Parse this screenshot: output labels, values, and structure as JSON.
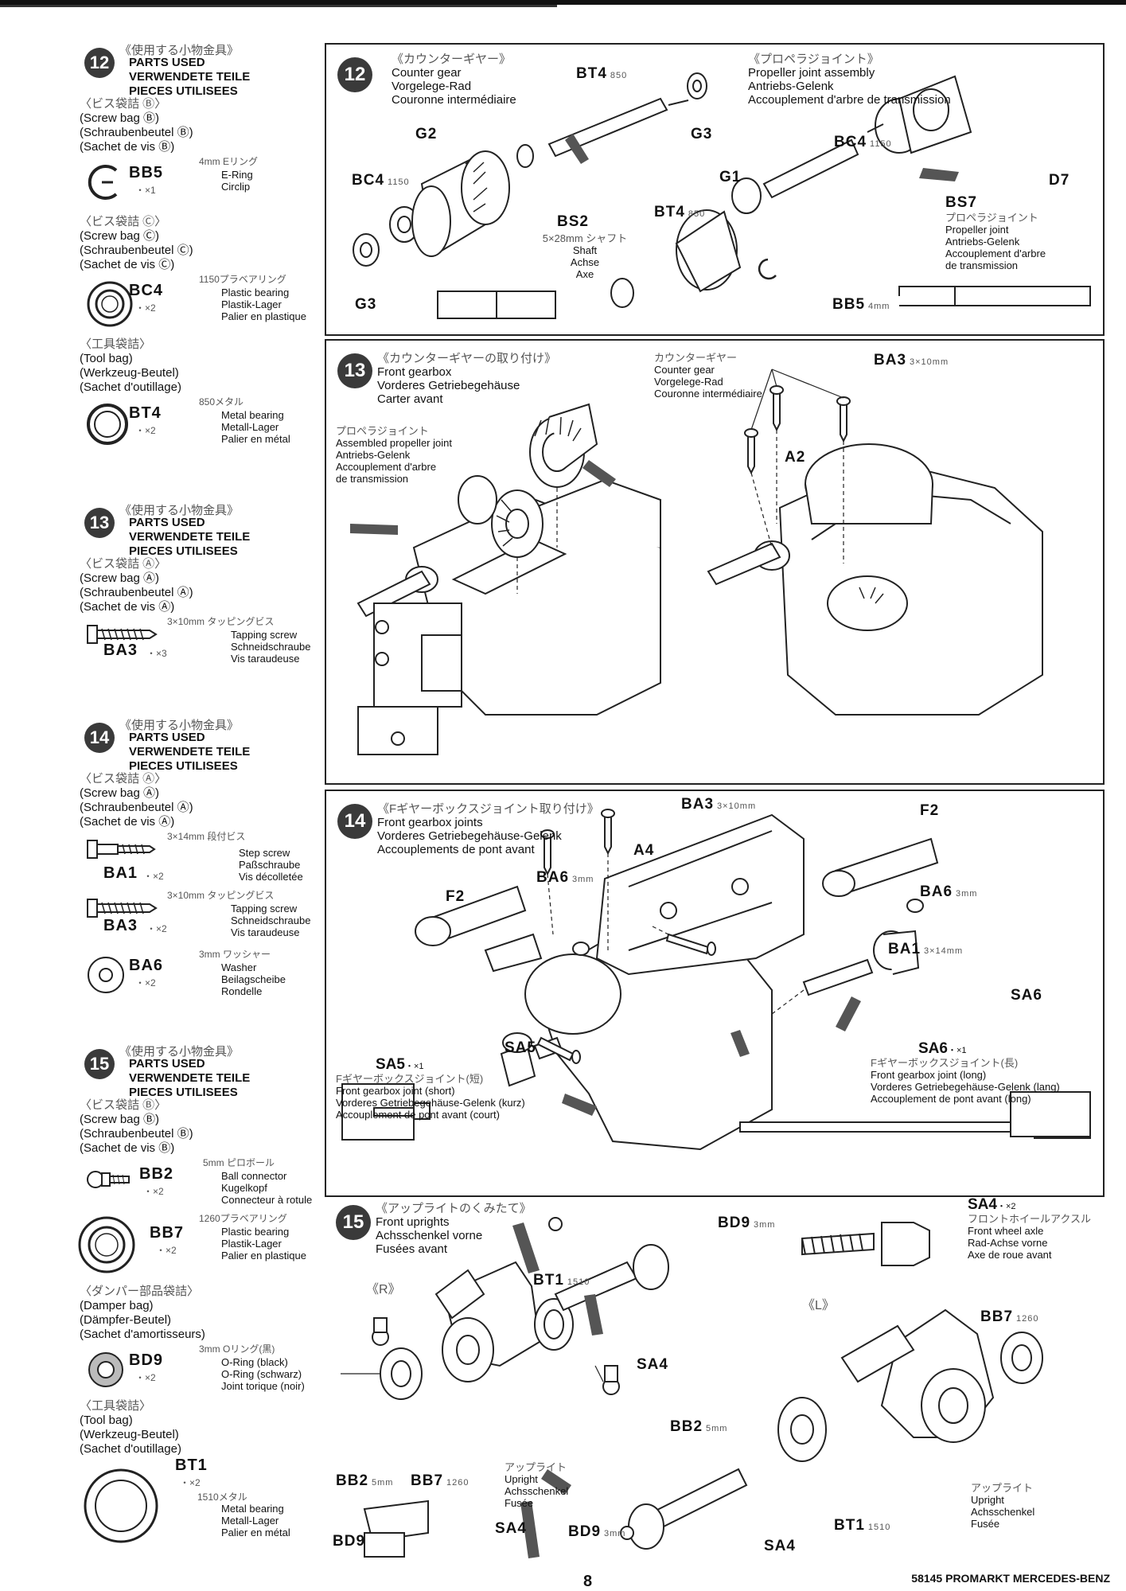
{
  "page": {
    "number": "8",
    "footer": "58145 PROMARKT MERCEDES-BENZ"
  },
  "left": {
    "s12": {
      "step": "12",
      "jp": "《使用する小物金具》",
      "en": [
        "PARTS USED",
        "VERWENDETE TEILE",
        "PIECES UTILISEES"
      ],
      "bag1": {
        "jp": "〈ビス袋詰 Ⓑ〉",
        "lines": [
          "(Screw bag Ⓑ)",
          "(Schraubenbeutel Ⓑ)",
          "(Sachet de vis Ⓑ)"
        ]
      },
      "bb5": {
        "jp": "4mm Eリング",
        "code": "BB5",
        "qty": "・×1",
        "desc": [
          "E-Ring",
          "Circlip"
        ]
      },
      "bag2": {
        "jp": "〈ビス袋詰 Ⓒ〉",
        "lines": [
          "(Screw bag Ⓒ)",
          "(Schraubenbeutel Ⓒ)",
          "(Sachet de vis Ⓒ)"
        ]
      },
      "bc4": {
        "jp": "1150プラベアリング",
        "code": "BC4",
        "qty": "・×2",
        "desc": [
          "Plastic bearing",
          "Plastik-Lager",
          "Palier en plastique"
        ]
      },
      "bag3": {
        "jp": "〈工具袋詰〉",
        "lines": [
          "(Tool bag)",
          "(Werkzeug-Beutel)",
          "(Sachet d'outillage)"
        ]
      },
      "bt4": {
        "jp": "850メタル",
        "code": "BT4",
        "qty": "・×2",
        "desc": [
          "Metal bearing",
          "Metall-Lager",
          "Palier en métal"
        ]
      }
    },
    "s13": {
      "step": "13",
      "jp": "《使用する小物金具》",
      "en": [
        "PARTS USED",
        "VERWENDETE TEILE",
        "PIECES UTILISEES"
      ],
      "bag1": {
        "jp": "〈ビス袋詰 Ⓐ〉",
        "lines": [
          "(Screw bag Ⓐ)",
          "(Schraubenbeutel Ⓐ)",
          "(Sachet de vis Ⓐ)"
        ]
      },
      "ba3": {
        "jp": "3×10mm タッピングビス",
        "code": "BA3",
        "qty": "・×3",
        "desc": [
          "Tapping screw",
          "Schneidschraube",
          "Vis taraudeuse"
        ]
      }
    },
    "s14": {
      "step": "14",
      "jp": "《使用する小物金具》",
      "en": [
        "PARTS USED",
        "VERWENDETE TEILE",
        "PIECES UTILISEES"
      ],
      "bag1": {
        "jp": "〈ビス袋詰 Ⓐ〉",
        "lines": [
          "(Screw bag Ⓐ)",
          "(Schraubenbeutel Ⓐ)",
          "(Sachet de vis Ⓐ)"
        ]
      },
      "ba1": {
        "jp": "3×14mm 段付ビス",
        "code": "BA1",
        "qty": "・×2",
        "desc": [
          "Step screw",
          "Paßschraube",
          "Vis décolletée"
        ]
      },
      "ba3": {
        "jp": "3×10mm タッピングビス",
        "code": "BA3",
        "qty": "・×2",
        "desc": [
          "Tapping screw",
          "Schneidschraube",
          "Vis taraudeuse"
        ]
      },
      "ba6": {
        "jp": "3mm ワッシャー",
        "code": "BA6",
        "qty": "・×2",
        "desc": [
          "Washer",
          "Beilagscheibe",
          "Rondelle"
        ]
      }
    },
    "s15": {
      "step": "15",
      "jp": "《使用する小物金具》",
      "en": [
        "PARTS USED",
        "VERWENDETE TEILE",
        "PIECES UTILISEES"
      ],
      "bag1": {
        "jp": "〈ビス袋詰 Ⓑ〉",
        "lines": [
          "(Screw bag Ⓑ)",
          "(Schraubenbeutel Ⓑ)",
          "(Sachet de vis Ⓑ)"
        ]
      },
      "bb2": {
        "jp": "5mm ピロボール",
        "code": "BB2",
        "qty": "・×2",
        "desc": [
          "Ball connector",
          "Kugelkopf",
          "Connecteur à rotule"
        ]
      },
      "bb7": {
        "jp": "1260プラベアリング",
        "code": "BB7",
        "qty": "・×2",
        "desc": [
          "Plastic bearing",
          "Plastik-Lager",
          "Palier en plastique"
        ]
      },
      "bag2": {
        "jp": "〈ダンパー部品袋詰〉",
        "lines": [
          "(Damper bag)",
          "(Dämpfer-Beutel)",
          "(Sachet d'amortisseurs)"
        ]
      },
      "bd9": {
        "jp": "3mm Oリング(黒)",
        "code": "BD9",
        "qty": "・×2",
        "desc": [
          "O-Ring (black)",
          "O-Ring (schwarz)",
          "Joint torique (noir)"
        ]
      },
      "bag3": {
        "jp": "〈工具袋詰〉",
        "lines": [
          "(Tool bag)",
          "(Werkzeug-Beutel)",
          "(Sachet d'outillage)"
        ]
      },
      "bt1": {
        "jp": "1510メタル",
        "code": "BT1",
        "qty": "・×2",
        "desc": [
          "Metal bearing",
          "Metall-Lager",
          "Palier en métal"
        ]
      }
    }
  },
  "p12": {
    "step": "12",
    "a_jp": "《カウンターギヤー》",
    "a_en": [
      "Counter gear",
      "Vorgelege-Rad",
      "Couronne intermédiaire"
    ],
    "b_jp": "《プロペラジョイント》",
    "b_en": [
      "Propeller joint assembly",
      "Antriebs-Gelenk",
      "Accouplement d'arbre de transmission"
    ],
    "labels": {
      "bt4a": "BT4",
      "bt4a_s": "850",
      "g3a": "G3",
      "g2": "G2",
      "bc4a": "BC4",
      "bc4a_s": "1150",
      "bs2": "BS2",
      "g3b": "G3",
      "g1": "G1",
      "bt4b": "BT4",
      "bt4b_s": "850",
      "bc4b": "BC4",
      "bc4b_s": "1150",
      "d7": "D7",
      "bs7": "BS7",
      "bb5": "BB5",
      "bb5_s": "4mm"
    },
    "bs2_note": {
      "jp": "5×28mm シャフト",
      "lines": [
        "Shaft",
        "Achse",
        "Axe"
      ]
    },
    "bs7_note": {
      "jp": "プロペラジョイント",
      "lines": [
        "Propeller joint",
        "Antriebs-Gelenk",
        "Accouplement d'arbre",
        "de transmission"
      ]
    }
  },
  "p13": {
    "step": "13",
    "a_jp": "《カウンターギヤーの取り付け》",
    "a_en": [
      "Front gearbox",
      "Vorderes Getriebegehäuse",
      "Carter avant"
    ],
    "cg_note": {
      "jp": "カウンターギヤー",
      "lines": [
        "Counter gear",
        "Vorgelege-Rad",
        "Couronne intermédiaire"
      ]
    },
    "pj_note": {
      "jp": "プロペラジョイント",
      "lines": [
        "Assembled propeller joint",
        "Antriebs-Gelenk",
        "Accouplement d'arbre",
        "de transmission"
      ]
    },
    "labels": {
      "ba3": "BA3",
      "ba3_s": "3×10mm",
      "a2": "A2"
    }
  },
  "p14": {
    "step": "14",
    "a_jp": "《Fギヤーボックスジョイント取り付け》",
    "a_en": [
      "Front gearbox joints",
      "Vorderes Getriebegehäuse-Gelenk",
      "Accouplements de pont avant"
    ],
    "labels": {
      "ba3": "BA3",
      "ba3_s": "3×10mm",
      "f2a": "F2",
      "a4": "A4",
      "ba6a": "BA6",
      "ba6a_s": "3mm",
      "ba6b": "BA6",
      "ba6b_s": "3mm",
      "f2b": "F2",
      "ba1": "BA1",
      "ba1_s": "3×14mm",
      "sa6": "SA6",
      "sa5": "SA5"
    },
    "sa5_note": {
      "code": "SA5",
      "qty": "・×1",
      "jp": "Fギヤーボックスジョイント(短)",
      "lines": [
        "Front gearbox joint (short)",
        "Vorderes Getriebegehäuse-Gelenk (kurz)",
        "Accouplement de pont avant (court)"
      ]
    },
    "sa6_note": {
      "code": "SA6",
      "qty": "・×1",
      "jp": "Fギヤーボックスジョイント(長)",
      "lines": [
        "Front gearbox joint (long)",
        "Vorderes Getriebegehäuse-Gelenk (lang)",
        "Accouplement de pont avant (long)"
      ]
    }
  },
  "p15": {
    "step": "15",
    "a_jp": "《アップライトのくみたて》",
    "a_en": [
      "Front uprights",
      "Achsschenkel vorne",
      "Fusées avant"
    ],
    "r": "《R》",
    "l": "《L》",
    "sa4_note": {
      "code": "SA4",
      "qty": "・×2",
      "jp": "フロントホイールアクスル",
      "lines": [
        "Front wheel axle",
        "Rad-Achse vorne",
        "Axe de roue avant"
      ]
    },
    "upright_r": {
      "jp": "アップライト",
      "lines": [
        "Upright",
        "Achsschenkel",
        "Fusée"
      ]
    },
    "upright_l": {
      "jp": "アップライト",
      "lines": [
        "Upright",
        "Achsschenkel",
        "Fusée"
      ]
    },
    "labels": {
      "bd9a": "BD9",
      "bd9a_s": "3mm",
      "bt1a": "BT1",
      "bt1a_s": "1510",
      "sa4a": "SA4",
      "bb7a": "BB7",
      "bb7a_s": "1260",
      "bb2a": "BB2",
      "bb2a_s": "5mm",
      "bb7b": "BB7",
      "bb7b_s": "1260",
      "bd9b": "BD9",
      "sa4b": "SA4",
      "bb2b": "BB2",
      "bb2b_s": "5mm",
      "bt1b": "BT1",
      "bt1b_s": "1510",
      "bd9c": "BD9",
      "bd9c_s": "3mm",
      "sa4c": "SA4"
    }
  }
}
